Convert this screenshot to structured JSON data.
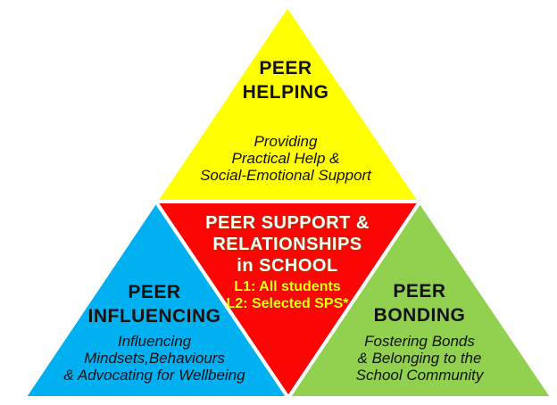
{
  "colors": {
    "helping": "#FFFF00",
    "support": "#FB0505",
    "influencing": "#00B0F0",
    "bonding": "#92D050",
    "divider": "#FFFFFF",
    "title_text": "#111111",
    "support_title_text": "#FFFFFF",
    "support_levels_text": "#FFFF00"
  },
  "sections": {
    "helping": {
      "title_lines": [
        "PEER",
        "HELPING"
      ],
      "subtitle_lines": [
        "Providing",
        "Practical Help &",
        "Social-Emotional Support"
      ]
    },
    "support": {
      "title_lines": [
        "PEER SUPPORT &",
        "RELATIONSHIPS",
        "in SCHOOL"
      ],
      "level_lines": [
        "L1: All students",
        "L2: Selected SPS*"
      ]
    },
    "influencing": {
      "title_lines": [
        "PEER",
        "INFLUENCING"
      ],
      "subtitle_lines": [
        "Influencing",
        "Mindsets,Behaviours",
        "& Advocating for Wellbeing"
      ]
    },
    "bonding": {
      "title_lines": [
        "PEER",
        "BONDING"
      ],
      "subtitle_lines": [
        "Fostering Bonds",
        "& Belonging to the",
        "School Community"
      ]
    }
  }
}
